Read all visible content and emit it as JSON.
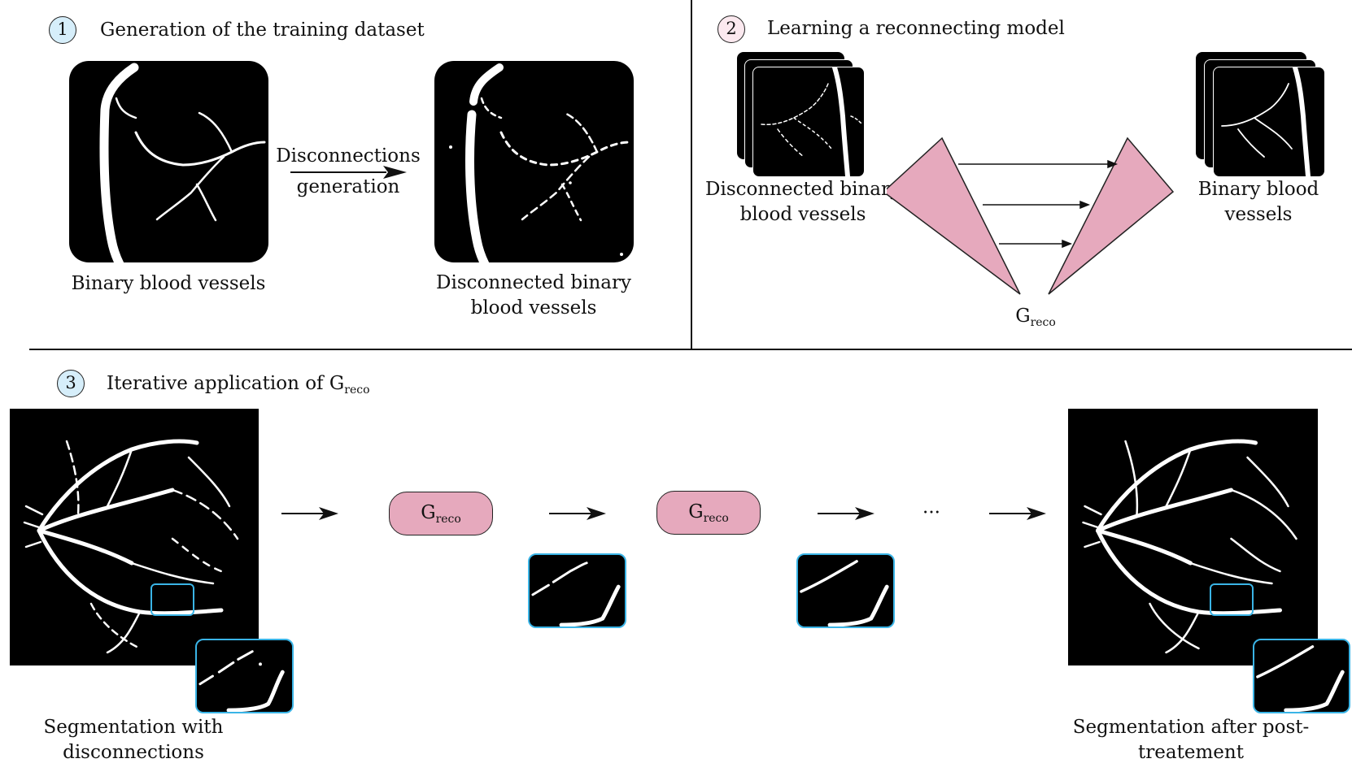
{
  "colors": {
    "step1_circle": "#d6eefa",
    "step2_circle": "#fbe9ef",
    "step3_circle": "#d6eefa",
    "generator": "#e6a9bd",
    "zoom_border": "#3ab4e6"
  },
  "step1": {
    "number": "1",
    "title": "Generation of the training dataset",
    "input_caption": "Binary blood vessels",
    "arrow_label_line1": "Disconnections",
    "arrow_label_line2": "generation",
    "output_caption_line1": "Disconnected binary",
    "output_caption_line2": "blood vessels"
  },
  "step2": {
    "number": "2",
    "title": "Learning a reconnecting model",
    "input_caption_line1": "Disconnected binary",
    "input_caption_line2": "blood vessels",
    "output_caption_line1": "Binary blood",
    "output_caption_line2": "vessels",
    "model_label": "G",
    "model_subscript": "reco"
  },
  "step3": {
    "number": "3",
    "title_prefix": "Iterative application of G",
    "title_subscript": "reco",
    "block1_label": "G",
    "block1_subscript": "reco",
    "block2_label": "G",
    "block2_subscript": "reco",
    "ellipsis": "···",
    "input_caption_line1": "Segmentation with",
    "input_caption_line2": "disconnections",
    "output_caption_line1": "Segmentation  after post-",
    "output_caption_line2": "treatement"
  }
}
